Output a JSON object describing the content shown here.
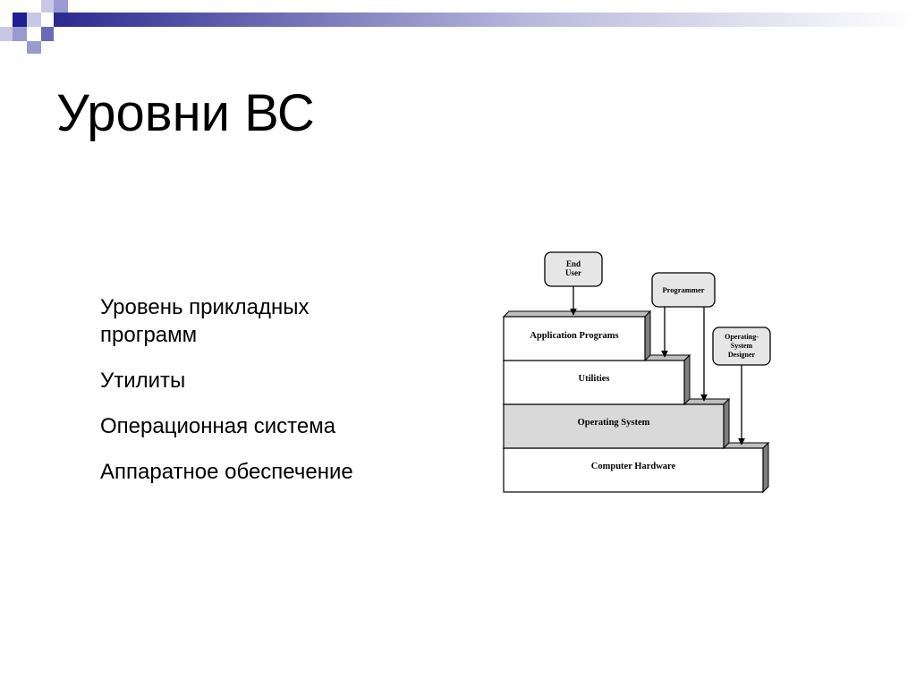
{
  "colors": {
    "accent_dark": "#1f1f8f",
    "accent_light": "#9a9ad0",
    "layer_gray": "#d9d9d9"
  },
  "slide": {
    "title": "Уровни ВС",
    "bullets": [
      "Уровень прикладных программ",
      "Утилиты",
      "Операционная система",
      "Аппаратное обеспечение"
    ]
  },
  "diagram": {
    "layers": [
      {
        "label": "Application Programs",
        "shaded": false
      },
      {
        "label": "Utilities",
        "shaded": false
      },
      {
        "label": "Operating System",
        "shaded": true
      },
      {
        "label": "Computer Hardware",
        "shaded": false
      }
    ],
    "actors": [
      {
        "lines": [
          "End",
          "User"
        ]
      },
      {
        "lines": [
          "Programmer"
        ]
      },
      {
        "lines": [
          "Operating-",
          "System",
          "Designer"
        ]
      }
    ]
  }
}
